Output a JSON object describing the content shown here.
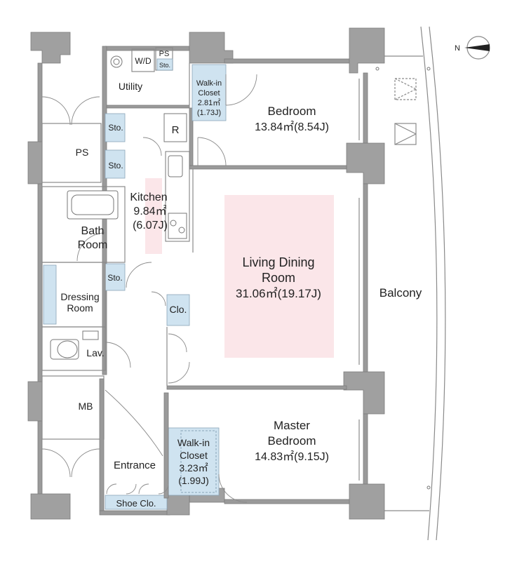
{
  "rooms": {
    "bedroom": {
      "name": "Bedroom",
      "area": "13.84㎡(8.54J)"
    },
    "wic1": {
      "name1": "Walk-in",
      "name2": "Closet",
      "area": "2.81㎡",
      "tatami": "(1.73J)"
    },
    "utility": "Utility",
    "wd": "W/D",
    "ps_top": "PS",
    "sto_small": "Sto.",
    "ps_left": "PS",
    "sto1": "Sto.",
    "sto2": "Sto.",
    "r": "R",
    "kitchen": {
      "name": "Kitchen",
      "area": "9.84㎡",
      "tatami": "(6.07J)"
    },
    "bath": {
      "name1": "Bath",
      "name2": "Room"
    },
    "sto3": "Sto.",
    "dressing": {
      "name1": "Dressing",
      "name2": "Room"
    },
    "clo": "Clo.",
    "lav": "Lav.",
    "mb": "MB",
    "ldr": {
      "name1": "Living Dining",
      "name2": "Room",
      "area": "31.06㎡(19.17J)"
    },
    "balcony": "Balcony",
    "master": {
      "name1": "Master",
      "name2": "Bedroom",
      "area": "14.83㎡(9.15J)"
    },
    "wic2": {
      "name1": "Walk-in",
      "name2": "Closet",
      "area": "3.23㎡",
      "tatami": "(1.99J)"
    },
    "entrance": "Entrance",
    "shoe": "Shoe Clo."
  },
  "compass": {
    "label": "N"
  },
  "colors": {
    "wall": "#9a9a9a",
    "storage_fill": "#cfe3f0",
    "living_highlight": "#fbe6e9"
  }
}
